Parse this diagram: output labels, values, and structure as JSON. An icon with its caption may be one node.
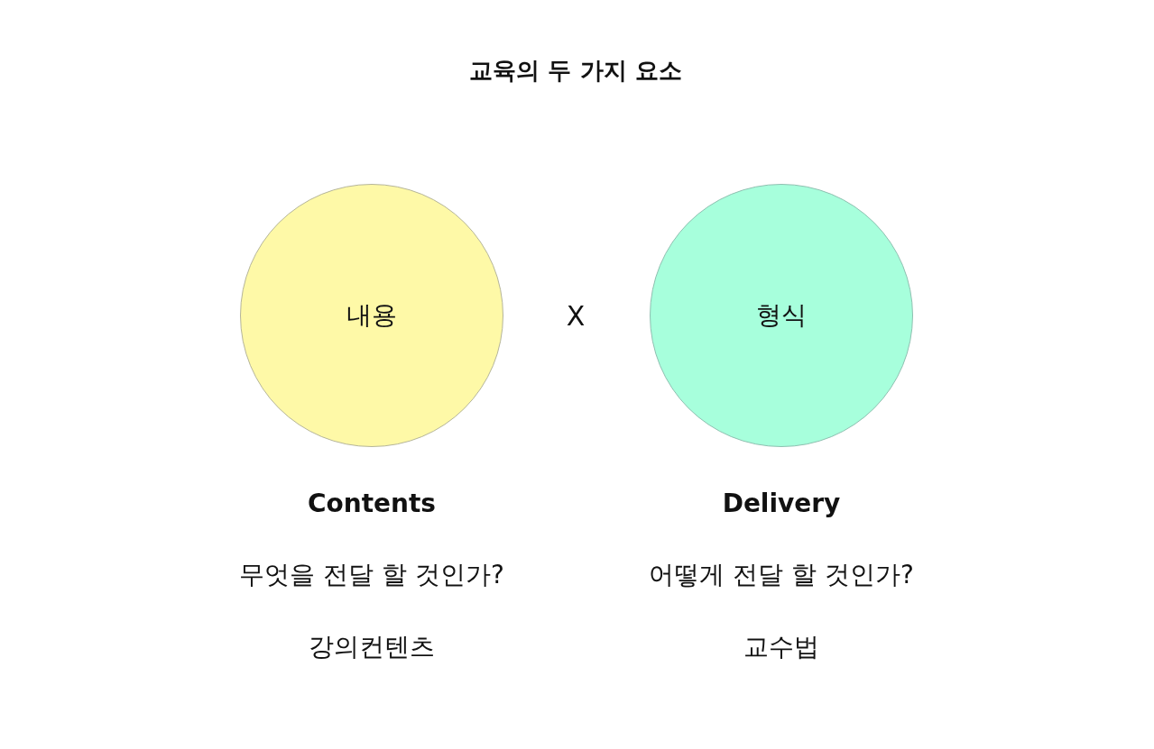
{
  "diagram": {
    "title": "교육의 두 가지 요소",
    "nodes": [
      {
        "text": [
          "내용"
        ],
        "beside": [
          "Contents",
          "무엇을 전달 할 것인가?",
          "강의컨텐츠"
        ]
      },
      {
        "text": [
          "형식"
        ],
        "beside": [
          "Delivery",
          "어떻게 전달 할 것인가?",
          "교수법"
        ]
      }
    ],
    "labels": [
      "X"
    ]
  }
}
